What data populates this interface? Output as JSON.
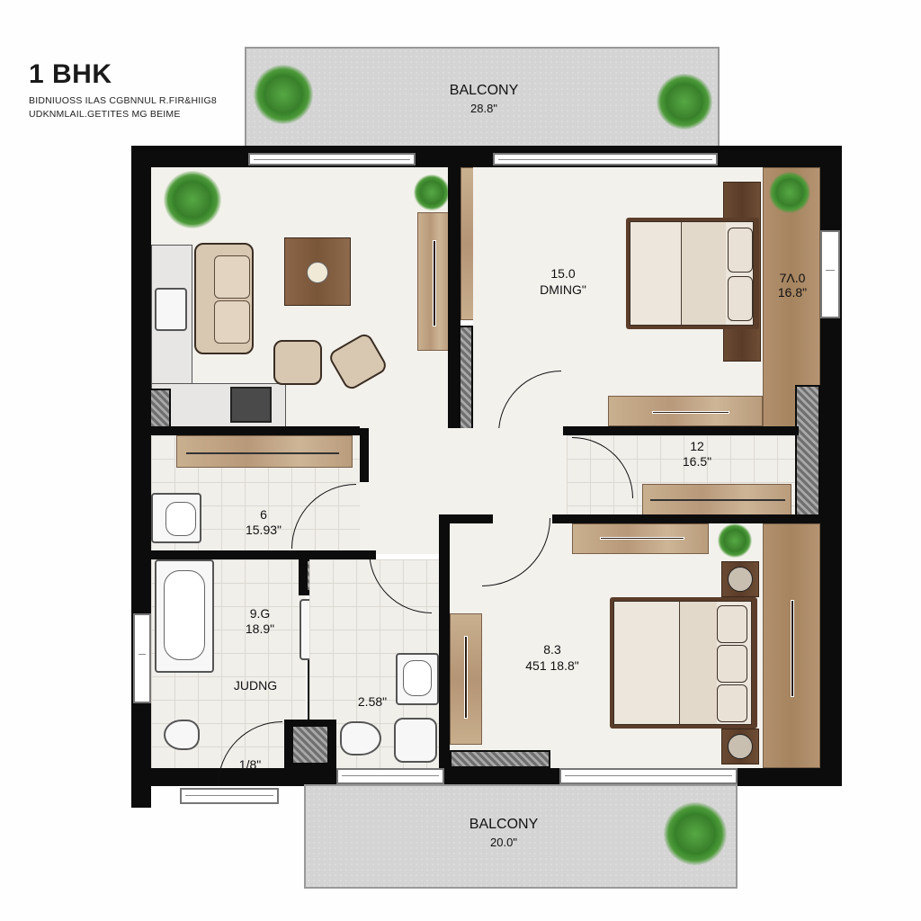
{
  "header": {
    "title": "1 BHK",
    "subtitle_lines": [
      "BIDNIUOSS ILAS CGBNNUL R.FIR&HIIG8",
      "UDKNMLAIL.GETITES MG BEIME"
    ]
  },
  "rooms": {
    "balcony_top": {
      "name": "BALCONY",
      "dim": "28.8\""
    },
    "living_room": {
      "name": "",
      "dim": ""
    },
    "bedroom_1": {
      "area": "15.0",
      "name": "DMING\""
    },
    "wardrobe_strip": {
      "area": "7Λ.0",
      "dim": "16.8\""
    },
    "hall_closet": {
      "area": "12",
      "dim": "16.5\""
    },
    "washroom_upper": {
      "area": "6",
      "dim": "15.93\""
    },
    "bathroom": {
      "area": "9.G",
      "dim": "18.9\"",
      "name": "JUDNG"
    },
    "powder_room": {
      "dim": "2.58\""
    },
    "entry": {
      "dim": "1/8\""
    },
    "bedroom_2": {
      "area": "8.3",
      "dim": "451 18.8\""
    },
    "balcony_bottom": {
      "name": "BALCONY",
      "dim": "20.0\""
    }
  },
  "colors": {
    "wall": "#0c0c0c",
    "floor": "#f3f1ec",
    "balcony": "#d4d4d4",
    "wood": "#c0a282",
    "dark_wood": "#5a3c28",
    "upholstery": "#d8c8b2",
    "plant": "#3f8a2c"
  }
}
